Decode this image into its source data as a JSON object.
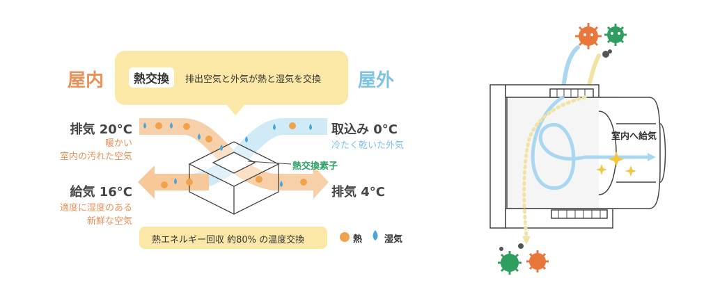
{
  "left_diagram": {
    "indoor_label": "屋内",
    "outdoor_label": "屋外",
    "callout": {
      "tag": "熱交換",
      "text": "排出空気と外気が熱と湿気を交換"
    },
    "exhaust_in": {
      "title": "排気 20°C",
      "sub": [
        "暖かい",
        "室内の汚れた空気"
      ]
    },
    "intake": {
      "title": "取込み 0°C",
      "sub": "冷たく乾いた外気"
    },
    "supply": {
      "title": "給気 16°C",
      "sub": [
        "適度に湿度のある",
        "新鮮な空気"
      ]
    },
    "exhaust_out": {
      "title": "排気 4°C"
    },
    "element_label": "熱交換素子",
    "bottom_bar": "熱エネルギー回収 約80% の温度交換",
    "legend": {
      "heat": "熱",
      "moisture": "湿気"
    },
    "colors": {
      "warm": "#f6c89a",
      "cool": "#c9e6f6",
      "callout_bg": "#fbe8a6",
      "heat_icon": "#f1a24c",
      "moisture_icon": "#4aa6d8"
    }
  },
  "right_diagram": {
    "supply_label": "室内へ給気",
    "colors": {
      "germ_orange": "#e9773b",
      "germ_green": "#2f9e5e",
      "blue_flow": "#a9d7f2",
      "yellow_flow": "#f3e3a2",
      "sparkle": "#f3c63d"
    }
  }
}
